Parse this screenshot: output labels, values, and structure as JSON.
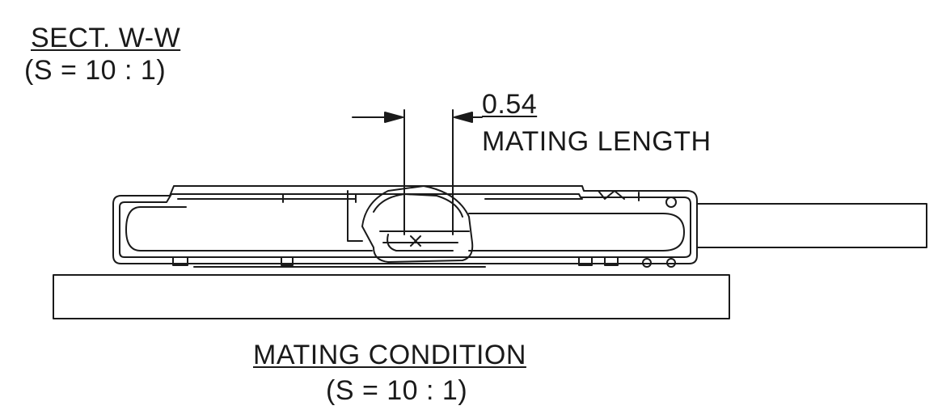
{
  "section_view": {
    "title": "SECT. W-W",
    "scale": "(S = 10 : 1)"
  },
  "dimension": {
    "value": "0.54",
    "caption": "MATING LENGTH"
  },
  "mating_view": {
    "title": "MATING CONDITION",
    "scale": "(S = 10 : 1)"
  }
}
